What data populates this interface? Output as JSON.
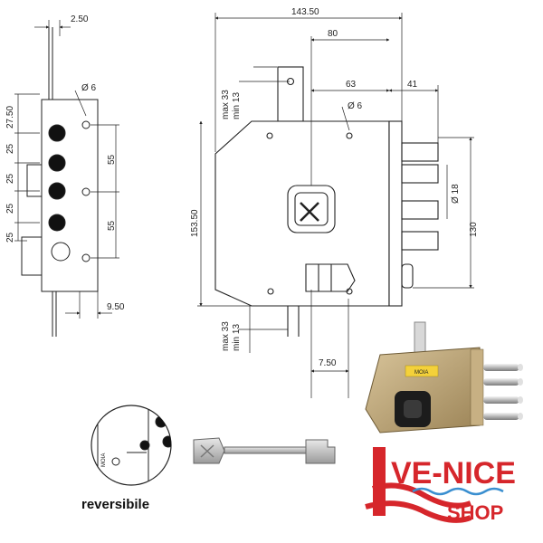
{
  "dimensions": {
    "left_top_offset": "2.50",
    "pin_diameter_left": "Ø 6",
    "v_27_50": "27.50",
    "v_25_a": "25",
    "v_25_b": "25",
    "v_25_c": "25",
    "v_25_d": "25",
    "v_55_a": "55",
    "v_55_b": "55",
    "bottom_offset": "9.50",
    "total_width": "143.50",
    "center_to_front": "80",
    "backset": "63",
    "bolt_throw": "41",
    "pin_diameter_right": "Ø 6",
    "case_height": "153.50",
    "bolts_span": "130",
    "bolt_diameter": "Ø 18",
    "top_max": "max 33",
    "top_min": "min 13",
    "bottom_max": "max 33",
    "bottom_min": "min 13",
    "bottom_right_offset": "7.50"
  },
  "photo": {
    "label_text": "MOIA"
  },
  "inset": {
    "label_text": "MOIA"
  },
  "caption": "reversibile",
  "logo": {
    "line1": "VE-NICE",
    "line2": "SHOP",
    "brand_color": "#d6262b",
    "wave_color": "#3a8fd0"
  }
}
